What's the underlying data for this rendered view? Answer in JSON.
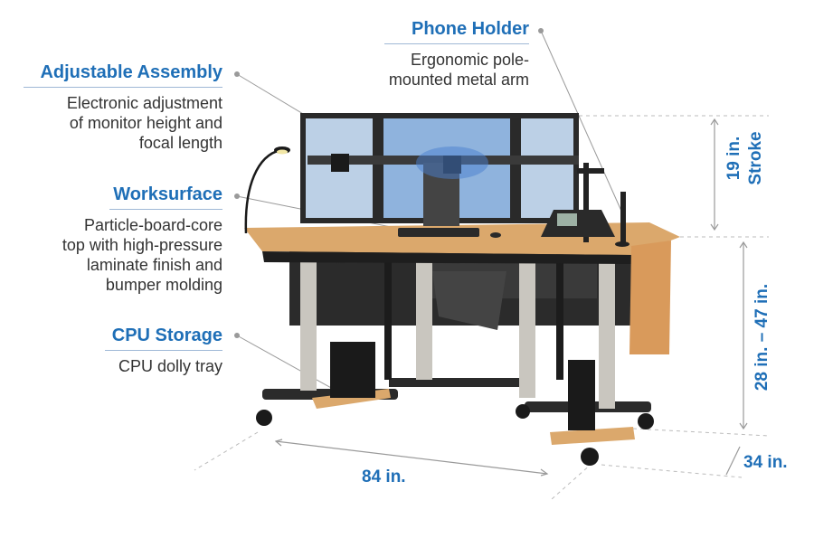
{
  "callouts": {
    "phone_holder": {
      "title": "Phone Holder",
      "desc": [
        "Ergonomic pole-",
        "mounted metal arm"
      ]
    },
    "adjustable_assembly": {
      "title": "Adjustable Assembly",
      "desc": [
        "Electronic adjustment",
        "of monitor height and",
        "focal length"
      ]
    },
    "worksurface": {
      "title": "Worksurface",
      "desc": [
        "Particle-board-core",
        "top with high-pressure",
        "laminate finish and",
        "bumper molding"
      ]
    },
    "cpu_storage": {
      "title": "CPU Storage",
      "desc": [
        "CPU dolly tray"
      ]
    }
  },
  "dimensions": {
    "stroke": [
      "19 in.",
      "Stroke"
    ],
    "height": "28 in. – 47 in.",
    "width": "84 in.",
    "depth": "34 in."
  },
  "colors": {
    "accent": "#1f6fb7",
    "text": "#333333",
    "wood": "#dba86c",
    "frame": "#2b2b2b",
    "steel": "#c9c6bf"
  }
}
